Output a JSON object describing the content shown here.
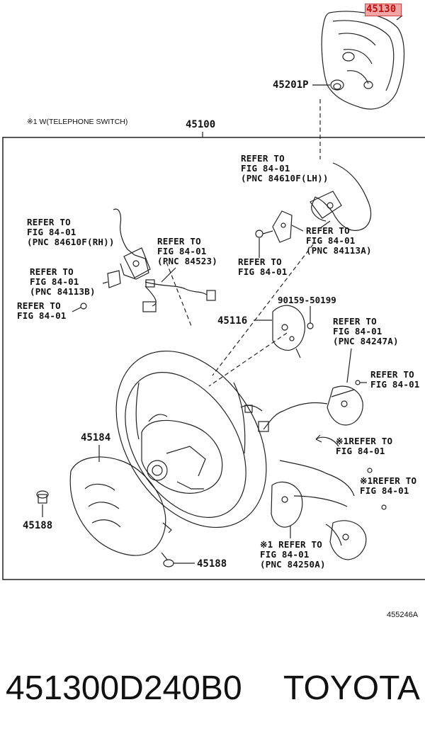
{
  "highlighted_part": "45130",
  "part_labels": {
    "p45201P": "45201P",
    "p45100": "45100",
    "p45116": "45116",
    "p90159": "90159-50199",
    "p45184": "45184",
    "p45188_left": "45188",
    "p45188_bottom": "45188"
  },
  "note_telephone": "※1 W(TELEPHONE SWITCH)",
  "refs": {
    "r1": "REFER TO\nFIG 84-01\n(PNC 84610F(LH))",
    "r2": "REFER TO\nFIG 84-01\n(PNC 84610F(RH))",
    "r3": "REFER TO\nFIG 84-01\n(PNC 84523)",
    "r4": "REFER TO\nFIG 84-01\n(PNC 84113A)",
    "r5": "REFER TO\nFIG 84-01",
    "r6": "REFER TO\nFIG 84-01\n(PNC 84113B)",
    "r7": "REFER TO\nFIG 84-01",
    "r8": "REFER TO\nFIG 84-01\n(PNC 84247A)",
    "r9": "REFER TO\nFIG 84-01",
    "r10": "※1REFER TO\nFIG 84-01",
    "r11": "※1REFER TO\nFIG 84-01",
    "r12": "※1 REFER TO\nFIG 84-01\n(PNC 84250A)"
  },
  "figure_code": "455246A",
  "footer": {
    "part_number": "451300D240B0",
    "brand": "TOYOTA"
  }
}
